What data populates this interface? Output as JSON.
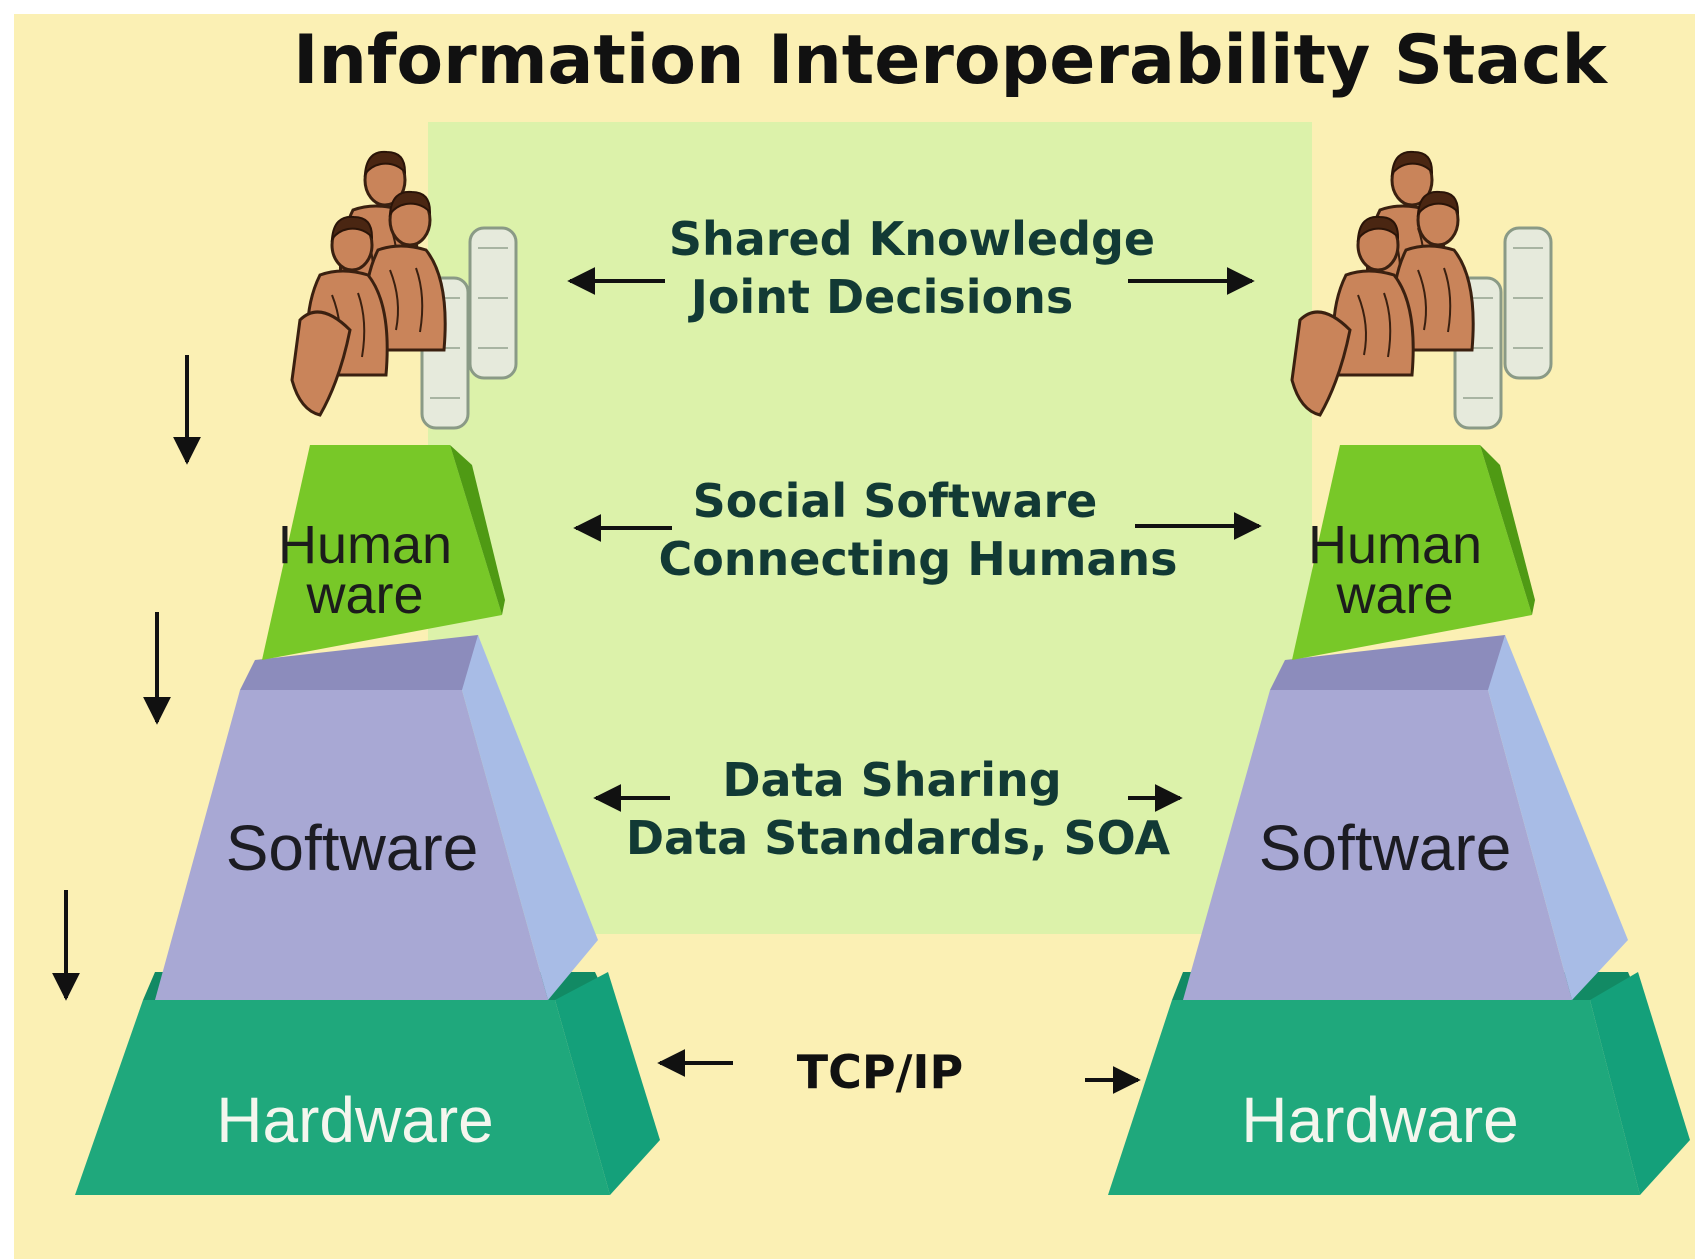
{
  "title": "Information Interoperability Stack",
  "stacks": [
    {
      "layers": {
        "humanware_line1": "Human",
        "humanware_line2": "ware",
        "software": "Software",
        "hardware": "Hardware"
      }
    },
    {
      "layers": {
        "humanware_line1": "Human",
        "humanware_line2": "ware",
        "software": "Software",
        "hardware": "Hardware"
      }
    }
  ],
  "interop_levels": [
    {
      "line1": "Shared Knowledge",
      "line2": "Joint Decisions"
    },
    {
      "line1": "Social Software",
      "line2": "Connecting Humans"
    },
    {
      "line1": "Data Sharing",
      "line2": "Data Standards, SOA"
    },
    {
      "line1": "TCP/IP"
    }
  ],
  "colors": {
    "background": "#fbf0b4",
    "overlay": "#d6f2a8",
    "humanware": "#78c828",
    "humanware_side": "#4f9a14",
    "software": "#a8a8d4",
    "software_side": "#a8bce6",
    "software_top": "#8c8cbc",
    "hardware": "#1fa87c",
    "hardware_side": "#14a07a",
    "hardware_top": "#128a64",
    "text_dark": "#123a35"
  },
  "icons": {
    "people": "people-at-computers-icon",
    "down_arrow": "down-arrow-icon",
    "left_arrow": "left-arrow-icon",
    "right_arrow": "right-arrow-icon"
  }
}
